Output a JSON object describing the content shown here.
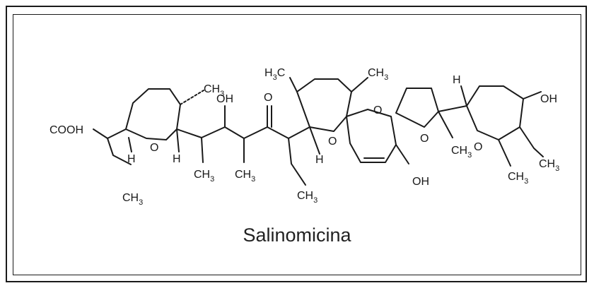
{
  "caption": "Salinomicina",
  "labels": {
    "cooh": "COOH",
    "ch3": "CH",
    "h3c": "H",
    "sub3": "3",
    "c_after_h3": "C",
    "oh": "OH",
    "o": "O",
    "h": "H"
  },
  "colors": {
    "ink": "#1a1a1a",
    "background": "#ffffff"
  }
}
